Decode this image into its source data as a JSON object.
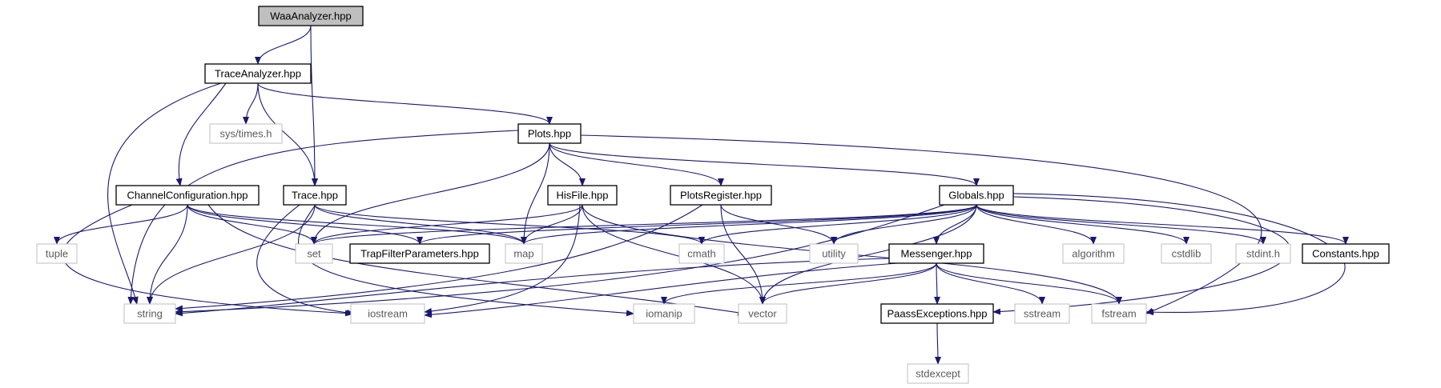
{
  "title": "WaaAnalyzer.hpp",
  "colors": {
    "edge": "#191970",
    "node_border": "#000000",
    "system_border": "#bfbfbf",
    "focus_fill": "#bfbfbf",
    "node_fill": "#ffffff",
    "system_text": "#5a5a5a"
  },
  "nodes": [
    {
      "id": "waa",
      "label": "WaaAnalyzer.hpp",
      "kind": "focus"
    },
    {
      "id": "trace_analyzer",
      "label": "TraceAnalyzer.hpp",
      "kind": "local"
    },
    {
      "id": "sys_times",
      "label": "sys/times.h",
      "kind": "system"
    },
    {
      "id": "plots",
      "label": "Plots.hpp",
      "kind": "local"
    },
    {
      "id": "channel_config",
      "label": "ChannelConfiguration.hpp",
      "kind": "local"
    },
    {
      "id": "trace",
      "label": "Trace.hpp",
      "kind": "local"
    },
    {
      "id": "his_file",
      "label": "HisFile.hpp",
      "kind": "local"
    },
    {
      "id": "plots_register",
      "label": "PlotsRegister.hpp",
      "kind": "local"
    },
    {
      "id": "globals",
      "label": "Globals.hpp",
      "kind": "local"
    },
    {
      "id": "tuple",
      "label": "tuple",
      "kind": "system"
    },
    {
      "id": "set",
      "label": "set",
      "kind": "system"
    },
    {
      "id": "trap_filter",
      "label": "TrapFilterParameters.hpp",
      "kind": "local"
    },
    {
      "id": "map",
      "label": "map",
      "kind": "system"
    },
    {
      "id": "cmath",
      "label": "cmath",
      "kind": "system"
    },
    {
      "id": "utility",
      "label": "utility",
      "kind": "system"
    },
    {
      "id": "messenger",
      "label": "Messenger.hpp",
      "kind": "local"
    },
    {
      "id": "algorithm",
      "label": "algorithm",
      "kind": "system"
    },
    {
      "id": "cstdlib",
      "label": "cstdlib",
      "kind": "system"
    },
    {
      "id": "stdint",
      "label": "stdint.h",
      "kind": "system"
    },
    {
      "id": "constants",
      "label": "Constants.hpp",
      "kind": "local"
    },
    {
      "id": "string",
      "label": "string",
      "kind": "system"
    },
    {
      "id": "iostream",
      "label": "iostream",
      "kind": "system"
    },
    {
      "id": "iomanip",
      "label": "iomanip",
      "kind": "system"
    },
    {
      "id": "vector",
      "label": "vector",
      "kind": "system"
    },
    {
      "id": "paass_exceptions",
      "label": "PaassExceptions.hpp",
      "kind": "local"
    },
    {
      "id": "sstream",
      "label": "sstream",
      "kind": "system"
    },
    {
      "id": "fstream",
      "label": "fstream",
      "kind": "system"
    },
    {
      "id": "stdexcept",
      "label": "stdexcept",
      "kind": "system"
    }
  ],
  "edges": [
    {
      "from": "waa",
      "to": "trace_analyzer"
    },
    {
      "from": "waa",
      "to": "trace"
    },
    {
      "from": "trace_analyzer",
      "to": "string"
    },
    {
      "from": "trace_analyzer",
      "to": "channel_config"
    },
    {
      "from": "trace_analyzer",
      "to": "sys_times"
    },
    {
      "from": "trace_analyzer",
      "to": "trace"
    },
    {
      "from": "trace_analyzer",
      "to": "plots"
    },
    {
      "from": "plots",
      "to": "string"
    },
    {
      "from": "plots",
      "to": "set"
    },
    {
      "from": "plots",
      "to": "map"
    },
    {
      "from": "plots",
      "to": "his_file"
    },
    {
      "from": "plots",
      "to": "plots_register"
    },
    {
      "from": "plots",
      "to": "globals"
    },
    {
      "from": "plots",
      "to": "fstream"
    },
    {
      "from": "channel_config",
      "to": "tuple"
    },
    {
      "from": "channel_config",
      "to": "string"
    },
    {
      "from": "channel_config",
      "to": "iostream"
    },
    {
      "from": "channel_config",
      "to": "set"
    },
    {
      "from": "channel_config",
      "to": "trap_filter"
    },
    {
      "from": "channel_config",
      "to": "map"
    },
    {
      "from": "channel_config",
      "to": "vector"
    },
    {
      "from": "trace",
      "to": "string"
    },
    {
      "from": "trace",
      "to": "iostream"
    },
    {
      "from": "trace",
      "to": "iomanip"
    },
    {
      "from": "trace",
      "to": "map"
    },
    {
      "from": "trace",
      "to": "cmath"
    },
    {
      "from": "his_file",
      "to": "set"
    },
    {
      "from": "his_file",
      "to": "map"
    },
    {
      "from": "his_file",
      "to": "iostream"
    },
    {
      "from": "his_file",
      "to": "vector"
    },
    {
      "from": "his_file",
      "to": "fstream"
    },
    {
      "from": "plots_register",
      "to": "string"
    },
    {
      "from": "plots_register",
      "to": "utility"
    },
    {
      "from": "plots_register",
      "to": "vector"
    },
    {
      "from": "globals",
      "to": "set"
    },
    {
      "from": "globals",
      "to": "trap_filter"
    },
    {
      "from": "globals",
      "to": "map"
    },
    {
      "from": "globals",
      "to": "cmath"
    },
    {
      "from": "globals",
      "to": "utility"
    },
    {
      "from": "globals",
      "to": "string"
    },
    {
      "from": "globals",
      "to": "messenger"
    },
    {
      "from": "globals",
      "to": "vector"
    },
    {
      "from": "globals",
      "to": "algorithm"
    },
    {
      "from": "globals",
      "to": "cstdlib"
    },
    {
      "from": "globals",
      "to": "stdint"
    },
    {
      "from": "globals",
      "to": "constants"
    },
    {
      "from": "globals",
      "to": "paass_exceptions"
    },
    {
      "from": "globals",
      "to": "fstream"
    },
    {
      "from": "messenger",
      "to": "string"
    },
    {
      "from": "messenger",
      "to": "iostream"
    },
    {
      "from": "messenger",
      "to": "iomanip"
    },
    {
      "from": "messenger",
      "to": "vector"
    },
    {
      "from": "messenger",
      "to": "paass_exceptions"
    },
    {
      "from": "messenger",
      "to": "sstream"
    },
    {
      "from": "messenger",
      "to": "fstream"
    },
    {
      "from": "paass_exceptions",
      "to": "stdexcept"
    }
  ]
}
